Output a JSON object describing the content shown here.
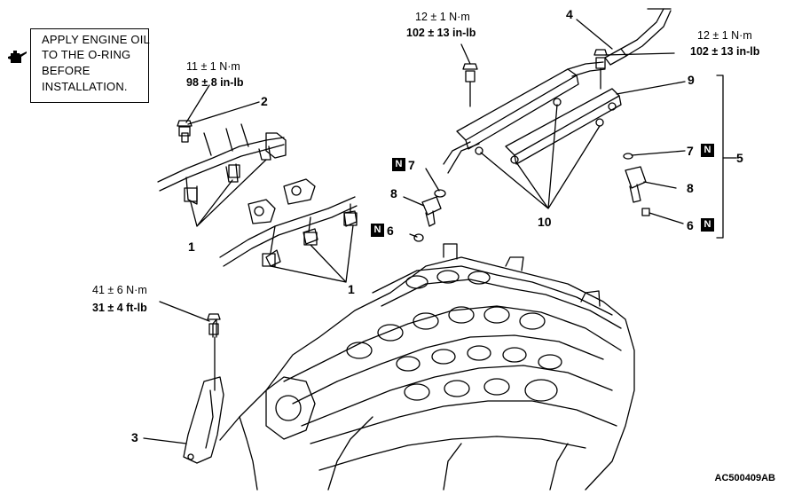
{
  "note": {
    "icon": "oil-can-icon",
    "lines": [
      "APPLY ENGINE OIL",
      "TO THE O-RING",
      "BEFORE",
      "INSTALLATION."
    ]
  },
  "torques": {
    "t2_nm": "11 ± 1 N·m",
    "t2_inlb": "98 ± 8 in-lb",
    "t_rail_nm": "12 ± 1 N·m",
    "t_rail_inlb": "102 ± 13 in-lb",
    "t4_nm": "12 ± 1 N·m",
    "t4_inlb": "102 ± 13 in-lb",
    "t3_nm": "41 ± 6 N·m",
    "t3_ftlb": "31 ± 4 ft-lb"
  },
  "callouts": {
    "c1a": "1",
    "c1b": "1",
    "c2": "2",
    "c3": "3",
    "c4": "4",
    "c5": "5",
    "c6a": "6",
    "c6b": "6",
    "c7a": "7",
    "c7b": "7",
    "c8a": "8",
    "c8b": "8",
    "c9": "9",
    "c10": "10"
  },
  "badge_letter": "N",
  "figure_code": "AC500409AB"
}
